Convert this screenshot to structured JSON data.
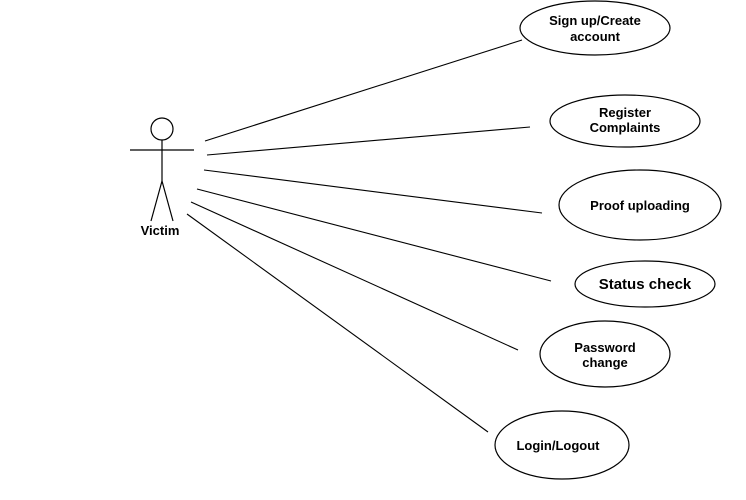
{
  "actor": {
    "name": "Victim"
  },
  "use_cases": [
    {
      "id": "signup",
      "lines": [
        "Sign up/Create",
        "account"
      ]
    },
    {
      "id": "register",
      "lines": [
        "Register",
        "Complaints"
      ]
    },
    {
      "id": "proof",
      "lines": [
        "Proof uploading"
      ]
    },
    {
      "id": "status",
      "lines": [
        "Status check"
      ]
    },
    {
      "id": "password",
      "lines": [
        "Password",
        "change"
      ]
    },
    {
      "id": "login",
      "lines": [
        "Login/Logout"
      ]
    }
  ],
  "colors": {
    "stroke": "#000000",
    "fill": "#ffffff",
    "text": "#000000"
  }
}
